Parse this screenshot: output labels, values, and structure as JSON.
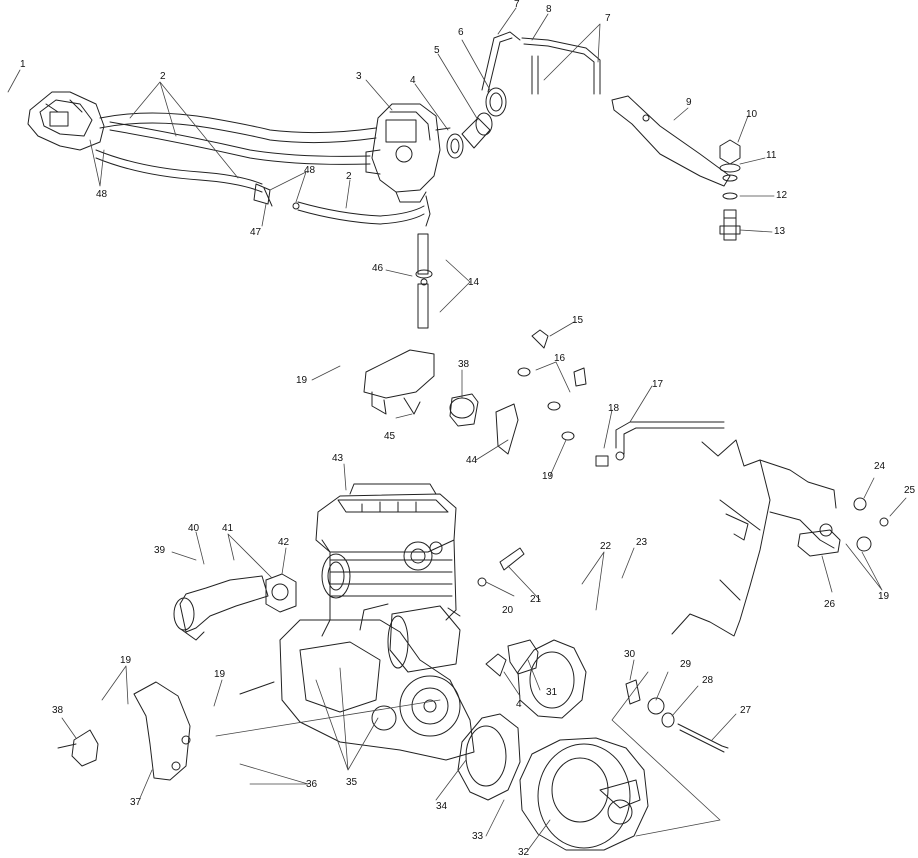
{
  "callouts": [
    "1",
    "2",
    "3",
    "4",
    "5",
    "6",
    "7",
    "8",
    "7",
    "9",
    "10",
    "11",
    "12",
    "13",
    "48",
    "48",
    "2",
    "47",
    "46",
    "14",
    "15",
    "16",
    "19",
    "38",
    "45",
    "44",
    "19",
    "18",
    "17",
    "43",
    "40",
    "41",
    "39",
    "42",
    "22",
    "23",
    "24",
    "25",
    "21",
    "20",
    "26",
    "19",
    "31",
    "4",
    "30",
    "29",
    "28",
    "27",
    "19",
    "19",
    "38",
    "36",
    "35",
    "37",
    "34",
    "33",
    "32"
  ]
}
